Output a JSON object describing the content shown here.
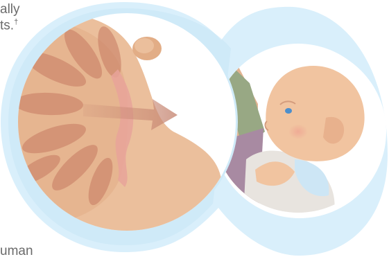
{
  "text_fragments": {
    "line1": "ally",
    "line2": "ts.",
    "dagger": "†",
    "line3": "uman"
  },
  "illustration": {
    "subject": "breastfeeding-infant-with-mammary-gland-cross-section",
    "colors": {
      "frame_light": "#d9effb",
      "frame_dark": "#bfe3f6",
      "skin": "#ebbf9c",
      "skin_shadow": "#e2ad86",
      "gland": "#c97f66",
      "duct_pink": "#e7a39a",
      "arrow": "#c68672",
      "shirt_green": "#98a884",
      "shirt_purple": "#a88aa2",
      "baby_skin": "#f1c4a0",
      "baby_blanket": "#cde6f5",
      "eye": "#4d8fcc"
    }
  }
}
